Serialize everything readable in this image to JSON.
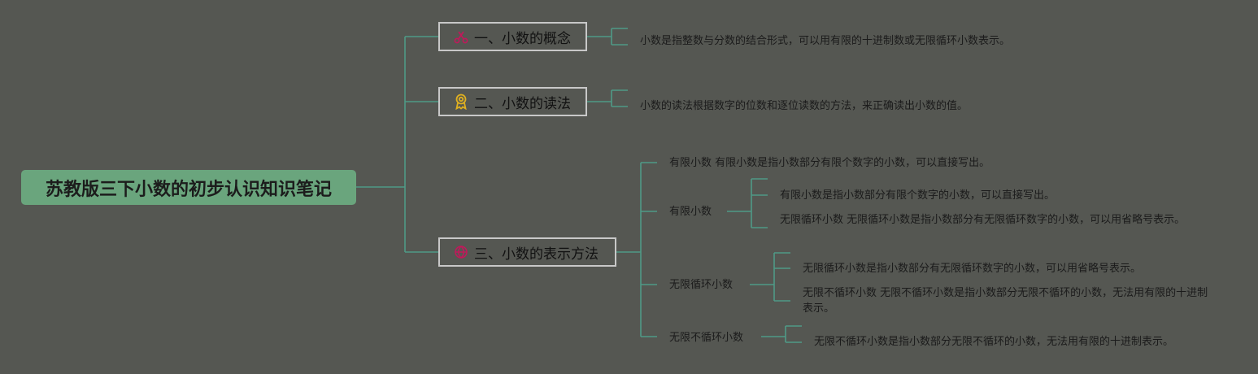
{
  "root": {
    "title": "苏教版三下小数的初步认识知识笔记"
  },
  "branches": [
    {
      "label": "一、小数的概念",
      "icon": "scissors-icon",
      "icon_color": "#c2185b",
      "details": [
        "小数是指整数与分数的结合形式，可以用有限的十进制数或无限循环小数表示。"
      ]
    },
    {
      "label": "二、小数的读法",
      "icon": "award-ribbon-icon",
      "icon_color": "#e0b020",
      "details": [
        "小数的读法根据数字的位数和逐位读数的方法，来正确读出小数的值。"
      ]
    },
    {
      "label": "三、小数的表示方法",
      "icon": "globe-icon",
      "icon_color": "#c2185b",
      "top_note": "有限小数 有限小数是指小数部分有限个数字的小数，可以直接写出。",
      "subs": [
        {
          "label": "有限小数",
          "items": [
            "有限小数是指小数部分有限个数字的小数，可以直接写出。",
            "无限循环小数 无限循环小数是指小数部分有无限循环数字的小数，可以用省略号表示。"
          ]
        },
        {
          "label": "无限循环小数",
          "items": [
            "无限循环小数是指小数部分有无限循环数字的小数，可以用省略号表示。",
            "无限不循环小数 无限不循环小数是指小数部分无限不循环的小数，无法用有限的十进制表示。"
          ]
        },
        {
          "label": "无限不循环小数",
          "items": [
            "无限不循环小数是指小数部分无限不循环的小数，无法用有限的十进制表示。"
          ]
        }
      ]
    }
  ],
  "colors": {
    "line": "#4f9a86",
    "background": "#555752",
    "root_fill": "#6aa57d"
  }
}
